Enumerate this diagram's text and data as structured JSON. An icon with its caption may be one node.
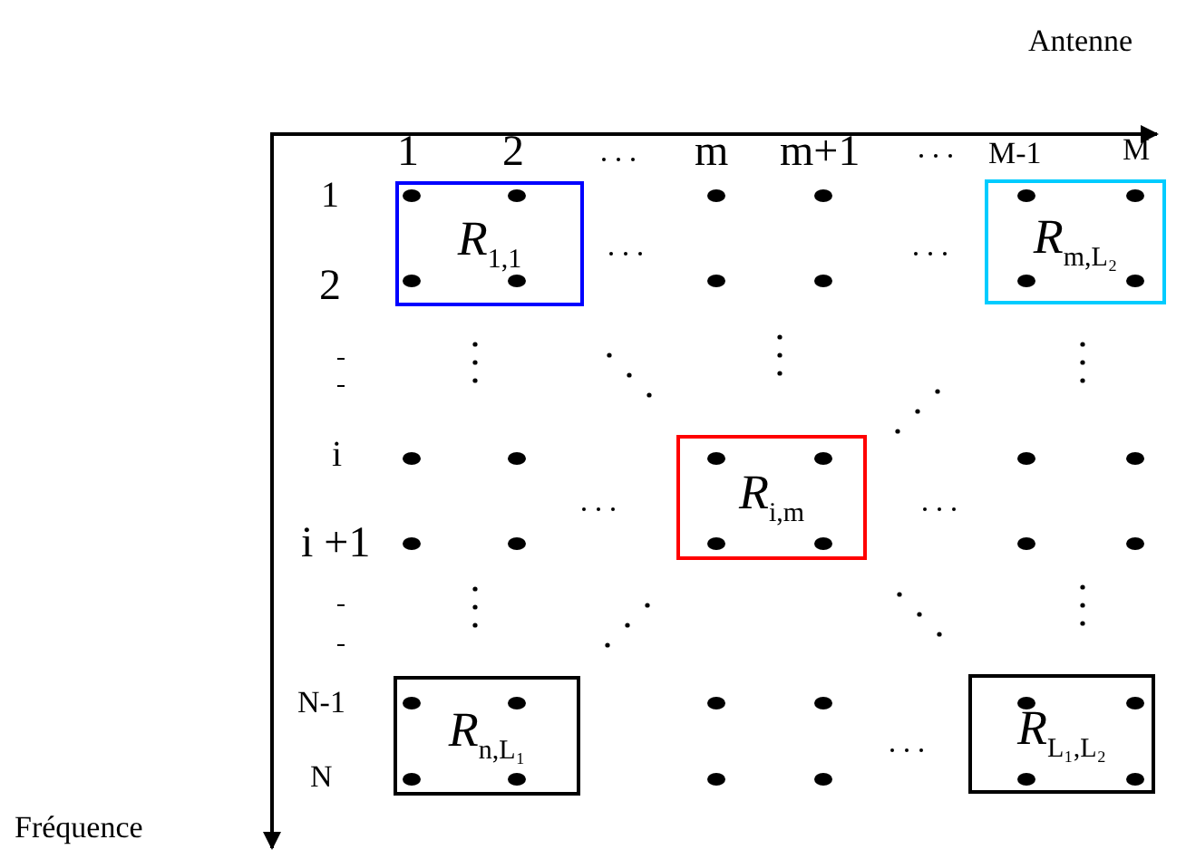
{
  "diagram": {
    "nodes": [
      {
        "text": [
          "*R*$_{1,1}$"
        ]
      },
      {
        "text": [
          "*R*$_{m,L₂}$"
        ]
      },
      {
        "text": [
          "*R*$_{i,m}$"
        ]
      },
      {
        "text": [
          "*R*$_{n,L₁}$"
        ]
      },
      {
        "text": [
          "*R*$_{L₁,L₂}$"
        ]
      }
    ],
    "edges": [],
    "labels": [
      "Antenne",
      "1",
      "2",
      "m",
      "m+1",
      "M-1",
      "M",
      "1",
      "2",
      "i",
      "i +1",
      "N-1",
      "N",
      "Fréquence"
    ]
  }
}
